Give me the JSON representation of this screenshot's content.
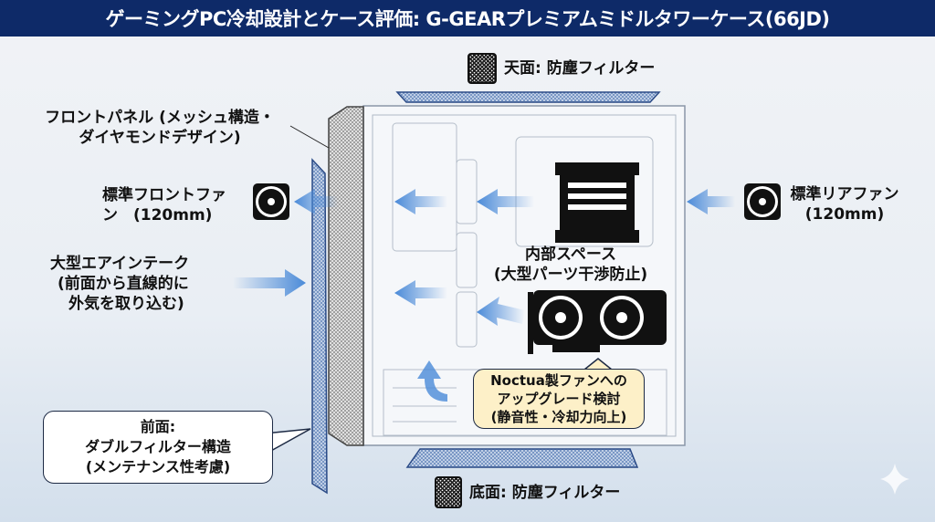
{
  "title": "ゲーミングPC冷却設計とケース評価: G-GEARプレミアムミドルタワーケース(66JD)",
  "top_filter": {
    "label": "天面: 防塵フィルター",
    "icon": "mesh-filter-icon"
  },
  "bottom_filter": {
    "label": "底面: 防塵フィルター",
    "icon": "mesh-filter-icon"
  },
  "front_panel": {
    "line1": "フロントパネル (メッシュ構造・",
    "line2": "ダイヤモンドデザイン)"
  },
  "front_fan": {
    "line1": "標準フロントファ",
    "line2": "ン　(120mm)",
    "icon": "fan-icon"
  },
  "intake": {
    "line1": "大型エアインテーク",
    "line2": "(前面から直線的に",
    "line3": "外気を取り込む)"
  },
  "double_filter": {
    "line1": "前面:",
    "line2": "ダブルフィルター構造",
    "line3": "(メンテナンス性考慮)"
  },
  "interior": {
    "line1": "内部スペース",
    "line2": "(大型パーツ干渉防止)"
  },
  "noctua": {
    "line1": "Noctua製ファンへの",
    "line2": "アップグレード検討",
    "line3": "(静音性・冷却力向上)"
  },
  "rear_fan": {
    "line1": "標準リアファン",
    "line2": "(120mm)",
    "icon": "fan-icon"
  },
  "colors": {
    "title_bg": "#0e2a68",
    "arrow": "#4a8ad8",
    "callout_yellow": "#fdf0c8"
  }
}
